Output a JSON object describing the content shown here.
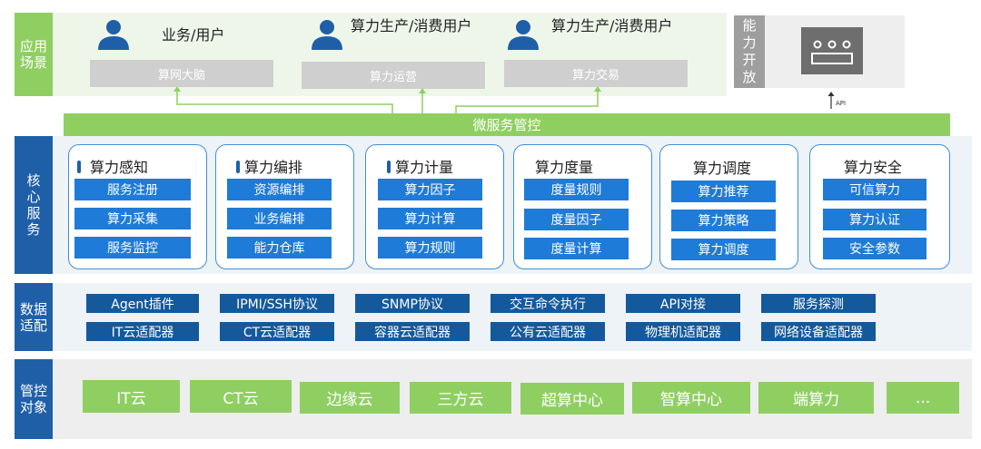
{
  "application": {
    "label": [
      "应用",
      "场景"
    ],
    "users": [
      {
        "name": "业务/用户",
        "scenario": "算网大脑"
      },
      {
        "name": "算力生产/消费用户",
        "scenario": "算力运营"
      },
      {
        "name": "算力生产/消费用户",
        "scenario": "算力交易"
      }
    ]
  },
  "capability_open": {
    "label": [
      "能",
      "力",
      "开",
      "放"
    ],
    "api_text": "API"
  },
  "microservice_bar": "微服务管控",
  "core": {
    "label": [
      "核",
      "心",
      "服",
      "务"
    ],
    "modules": [
      {
        "title": "算力感知",
        "items": [
          "服务注册",
          "算力采集",
          "服务监控"
        ]
      },
      {
        "title": "算力编排",
        "items": [
          "资源编排",
          "业务编排",
          "能力仓库"
        ]
      },
      {
        "title": "算力计量",
        "items": [
          "算力因子",
          "算力计算",
          "算力规则"
        ]
      },
      {
        "title": "算力度量",
        "items": [
          "度量规则",
          "度量因子",
          "度量计算"
        ]
      },
      {
        "title": "算力调度",
        "items": [
          "算力推荐",
          "算力策略",
          "算力调度"
        ]
      },
      {
        "title": "算力安全",
        "items": [
          "可信算力",
          "算力认证",
          "安全参数"
        ]
      }
    ]
  },
  "adapters": {
    "label": [
      "数据",
      "适配"
    ],
    "row1": [
      "Agent插件",
      "IPMI/SSH协议",
      "SNMP协议",
      "交互命令执行",
      "API对接",
      "服务探测"
    ],
    "row2": [
      "IT云适配器",
      "CT云适配器",
      "容器云适配器",
      "公有云适配器",
      "物理机适配器",
      "网络设备适配器"
    ]
  },
  "targets": {
    "label": [
      "管控",
      "对象"
    ],
    "items": [
      "IT云",
      "CT云",
      "边缘云",
      "三方云",
      "超算中心",
      "智算中心",
      "端算力",
      "..."
    ]
  },
  "colors": {
    "dark_blue": "#1f5fa8",
    "button_blue": "#1f7bd8",
    "green": "#8fcf62",
    "gray": "#cfcfcf"
  }
}
